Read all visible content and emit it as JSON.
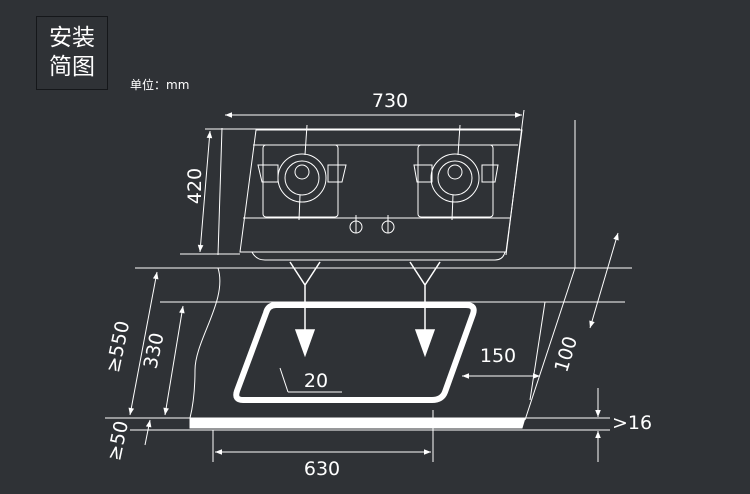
{
  "title": {
    "line1": "安装",
    "line2": "简图"
  },
  "unit_label": "单位：mm",
  "dimensions": {
    "width_cooktop": "730",
    "depth_cooktop": "420",
    "cabinet_depth_min": "≥550",
    "cutout_depth": "330",
    "front_margin_min": "≥50",
    "cutout_side_margin": "150",
    "corner_radius": "20",
    "back_margin": "100",
    "counter_thickness_min": ">16",
    "cutout_width": "630"
  },
  "colors": {
    "background": "#2f3236",
    "line": "#ffffff"
  }
}
